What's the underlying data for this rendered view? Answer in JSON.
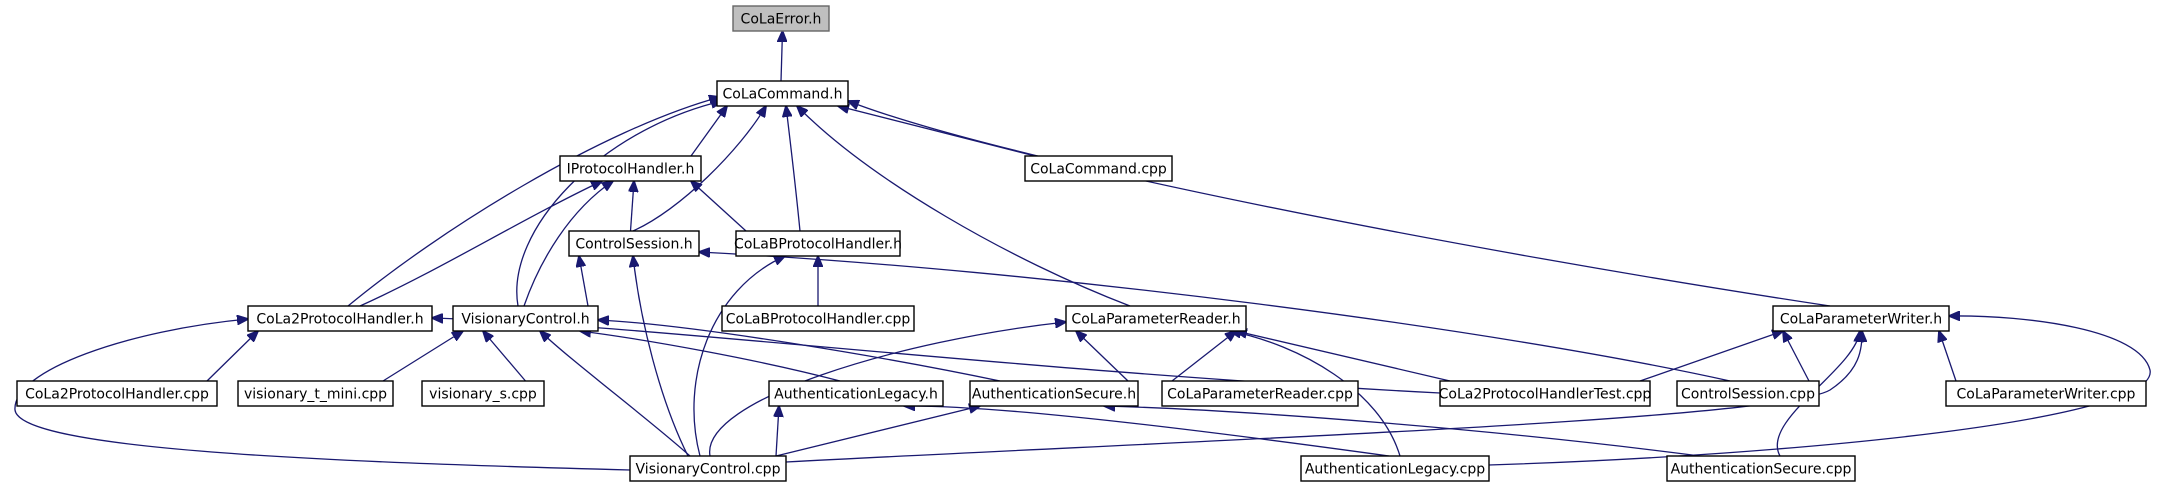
{
  "diagram": {
    "colors": {
      "edge": "#191970",
      "node_border": "#000000",
      "root_fill": "#bfbfbf",
      "root_border": "#666666",
      "node_fill": "#ffffff"
    },
    "nodes": [
      {
        "id": "n_colaerror",
        "label": "CoLaError.h",
        "root": true
      },
      {
        "id": "n_colacommand_h",
        "label": "CoLaCommand.h"
      },
      {
        "id": "n_iprotocolhandler",
        "label": "IProtocolHandler.h"
      },
      {
        "id": "n_colacommand_cpp",
        "label": "CoLaCommand.cpp"
      },
      {
        "id": "n_controlsession_h",
        "label": "ControlSession.h"
      },
      {
        "id": "n_colab_h",
        "label": "CoLaBProtocolHandler.h"
      },
      {
        "id": "n_cola2_h",
        "label": "CoLa2ProtocolHandler.h"
      },
      {
        "id": "n_visionary_h",
        "label": "VisionaryControl.h"
      },
      {
        "id": "n_colab_cpp",
        "label": "CoLaBProtocolHandler.cpp"
      },
      {
        "id": "n_reader_h",
        "label": "CoLaParameterReader.h"
      },
      {
        "id": "n_writer_h",
        "label": "CoLaParameterWriter.h"
      },
      {
        "id": "n_cola2_cpp",
        "label": "CoLa2ProtocolHandler.cpp"
      },
      {
        "id": "n_tmini_cpp",
        "label": "visionary_t_mini.cpp"
      },
      {
        "id": "n_vs_cpp",
        "label": "visionary_s.cpp"
      },
      {
        "id": "n_authlegacy_h",
        "label": "AuthenticationLegacy.h"
      },
      {
        "id": "n_authsecure_h",
        "label": "AuthenticationSecure.h"
      },
      {
        "id": "n_reader_cpp",
        "label": "CoLaParameterReader.cpp"
      },
      {
        "id": "n_cola2test_cpp",
        "label": "CoLa2ProtocolHandlerTest.cpp"
      },
      {
        "id": "n_controlsession_cpp",
        "label": "ControlSession.cpp"
      },
      {
        "id": "n_writer_cpp",
        "label": "CoLaParameterWriter.cpp"
      },
      {
        "id": "n_visionary_cpp",
        "label": "VisionaryControl.cpp"
      },
      {
        "id": "n_authlegacy_cpp",
        "label": "AuthenticationLegacy.cpp"
      },
      {
        "id": "n_authsecure_cpp",
        "label": "AuthenticationSecure.cpp"
      }
    ],
    "edges": [
      {
        "from": "n_colacommand_h",
        "to": "n_colaerror"
      },
      {
        "from": "n_iprotocolhandler",
        "to": "n_colacommand_h"
      },
      {
        "from": "n_colacommand_cpp",
        "to": "n_colacommand_h"
      },
      {
        "from": "n_controlsession_h",
        "to": "n_colacommand_h"
      },
      {
        "from": "n_colab_h",
        "to": "n_colacommand_h"
      },
      {
        "from": "n_cola2_h",
        "to": "n_colacommand_h"
      },
      {
        "from": "n_visionary_h",
        "to": "n_colacommand_h"
      },
      {
        "from": "n_reader_h",
        "to": "n_colacommand_h"
      },
      {
        "from": "n_writer_h",
        "to": "n_colacommand_h"
      },
      {
        "from": "n_controlsession_h",
        "to": "n_iprotocolhandler"
      },
      {
        "from": "n_colab_h",
        "to": "n_iprotocolhandler"
      },
      {
        "from": "n_cola2_h",
        "to": "n_iprotocolhandler"
      },
      {
        "from": "n_visionary_h",
        "to": "n_iprotocolhandler"
      },
      {
        "from": "n_visionary_h",
        "to": "n_controlsession_h"
      },
      {
        "from": "n_visionary_cpp",
        "to": "n_controlsession_h"
      },
      {
        "from": "n_controlsession_cpp",
        "to": "n_controlsession_h"
      },
      {
        "from": "n_colab_cpp",
        "to": "n_colab_h"
      },
      {
        "from": "n_visionary_cpp",
        "to": "n_colab_h"
      },
      {
        "from": "n_cola2_cpp",
        "to": "n_cola2_h"
      },
      {
        "from": "n_visionary_cpp",
        "to": "n_cola2_h"
      },
      {
        "from": "n_cola2test_cpp",
        "to": "n_cola2_h"
      },
      {
        "from": "n_tmini_cpp",
        "to": "n_visionary_h"
      },
      {
        "from": "n_vs_cpp",
        "to": "n_visionary_h"
      },
      {
        "from": "n_visionary_cpp",
        "to": "n_visionary_h"
      },
      {
        "from": "n_authlegacy_h",
        "to": "n_visionary_h"
      },
      {
        "from": "n_authsecure_h",
        "to": "n_visionary_h"
      },
      {
        "from": "n_authsecure_h",
        "to": "n_reader_h"
      },
      {
        "from": "n_reader_cpp",
        "to": "n_reader_h"
      },
      {
        "from": "n_cola2test_cpp",
        "to": "n_reader_h"
      },
      {
        "from": "n_visionary_cpp",
        "to": "n_reader_h"
      },
      {
        "from": "n_authlegacy_cpp",
        "to": "n_reader_h"
      },
      {
        "from": "n_cola2test_cpp",
        "to": "n_writer_h"
      },
      {
        "from": "n_controlsession_cpp",
        "to": "n_writer_h"
      },
      {
        "from": "n_writer_cpp",
        "to": "n_writer_h"
      },
      {
        "from": "n_authsecure_cpp",
        "to": "n_writer_h"
      },
      {
        "from": "n_visionary_cpp",
        "to": "n_writer_h"
      },
      {
        "from": "n_authlegacy_cpp",
        "to": "n_writer_h"
      },
      {
        "from": "n_visionary_cpp",
        "to": "n_authlegacy_h"
      },
      {
        "from": "n_authlegacy_cpp",
        "to": "n_authlegacy_h"
      },
      {
        "from": "n_visionary_cpp",
        "to": "n_authsecure_h"
      },
      {
        "from": "n_authsecure_cpp",
        "to": "n_authsecure_h"
      }
    ]
  }
}
